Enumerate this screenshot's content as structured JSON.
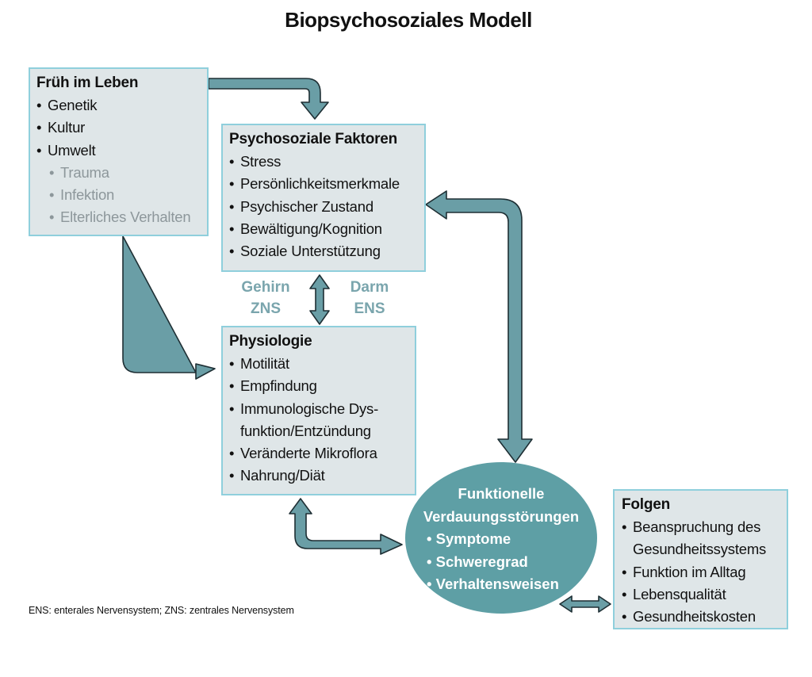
{
  "title": "Biopsychosoziales Modell",
  "early_life": {
    "title": "Früh im Leben",
    "items": [
      "Genetik",
      "Kultur",
      "Umwelt"
    ],
    "subitems": [
      "Trauma",
      "Infektion",
      "Elterliches Verhalten"
    ]
  },
  "psychosocial": {
    "title": "Psychosoziale Faktoren",
    "items": [
      "Stress",
      "Persönlichkeitsmerkmale",
      "Psychischer Zustand",
      "Bewältigung/Kognition",
      "Soziale Unterstützung"
    ]
  },
  "axis_labels": {
    "left_line1": "Gehirn",
    "left_line2": "ZNS",
    "right_line1": "Darm",
    "right_line2": "ENS"
  },
  "physiology": {
    "title": "Physiologie",
    "items": [
      "Motilität",
      "Empfindung",
      "Immunologische Dys-",
      "funktion/Entzündung",
      "Veränderte Mikroflora",
      "Nahrung/Diät"
    ]
  },
  "disorders": {
    "title_line1": "Funktionelle",
    "title_line2": "Verdauungsstörungen",
    "items": [
      "Symptome",
      "Schweregrad",
      "Verhaltensweisen"
    ]
  },
  "consequences": {
    "title": "Folgen",
    "items": [
      "Beanspruchung des",
      "Gesundheitssystems",
      "Funktion im Alltag",
      "Lebensqualität",
      "Gesundheitskosten"
    ]
  },
  "footnote": "ENS: enterales Nervensystem; ZNS: zentrales Nervensystem",
  "colors": {
    "box_fill": "#dfe6e8",
    "box_border": "#8fcfdc",
    "arrow_fill": "#6a9ea6",
    "arrow_outline": "#1e2f34",
    "ellipse_fill": "#5e9fa5",
    "label_accent": "#7aa5ad",
    "subitem_gray": "#8d979b"
  }
}
